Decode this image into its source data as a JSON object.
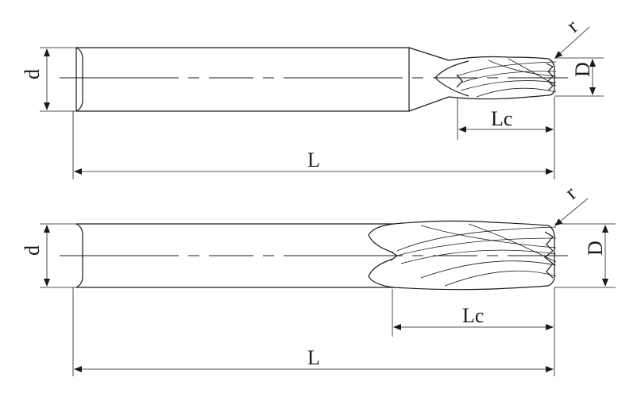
{
  "top_tool": {
    "labels": {
      "shank_diameter": "d",
      "cutter_diameter": "D",
      "corner_radius": "r",
      "cutting_length": "Lc",
      "overall_length": "L"
    }
  },
  "bottom_tool": {
    "labels": {
      "shank_diameter": "d",
      "cutter_diameter": "D",
      "corner_radius": "r",
      "cutting_length": "Lc",
      "overall_length": "L"
    }
  }
}
